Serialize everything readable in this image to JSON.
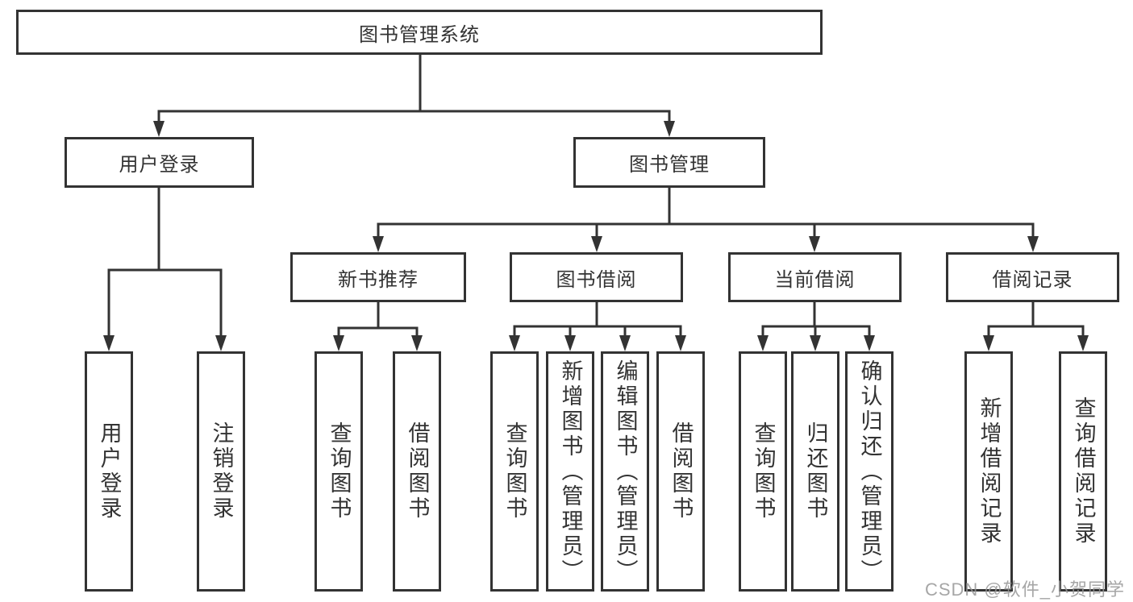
{
  "diagram": {
    "root": {
      "label": "图书管理系统",
      "children": [
        {
          "label": "用户登录",
          "children": [
            {
              "label": "用户登录"
            },
            {
              "label": "注销登录"
            }
          ]
        },
        {
          "label": "图书管理",
          "children": [
            {
              "label": "新书推荐",
              "children": [
                {
                  "label": "查询图书"
                },
                {
                  "label": "借阅图书"
                }
              ]
            },
            {
              "label": "图书借阅",
              "children": [
                {
                  "label": "查询图书"
                },
                {
                  "label": "新增图书（管理员）"
                },
                {
                  "label": "编辑图书（管理员）"
                },
                {
                  "label": "借阅图书"
                }
              ]
            },
            {
              "label": "当前借阅",
              "children": [
                {
                  "label": "查询图书"
                },
                {
                  "label": "归还图书"
                },
                {
                  "label": "确认归还（管理员）"
                }
              ]
            },
            {
              "label": "借阅记录",
              "children": [
                {
                  "label": "新增借阅记录"
                },
                {
                  "label": "查询借阅记录"
                }
              ]
            }
          ]
        }
      ]
    },
    "line_color": "#333333",
    "watermark": {
      "text": "CSDN @软件_小贺同学"
    }
  }
}
